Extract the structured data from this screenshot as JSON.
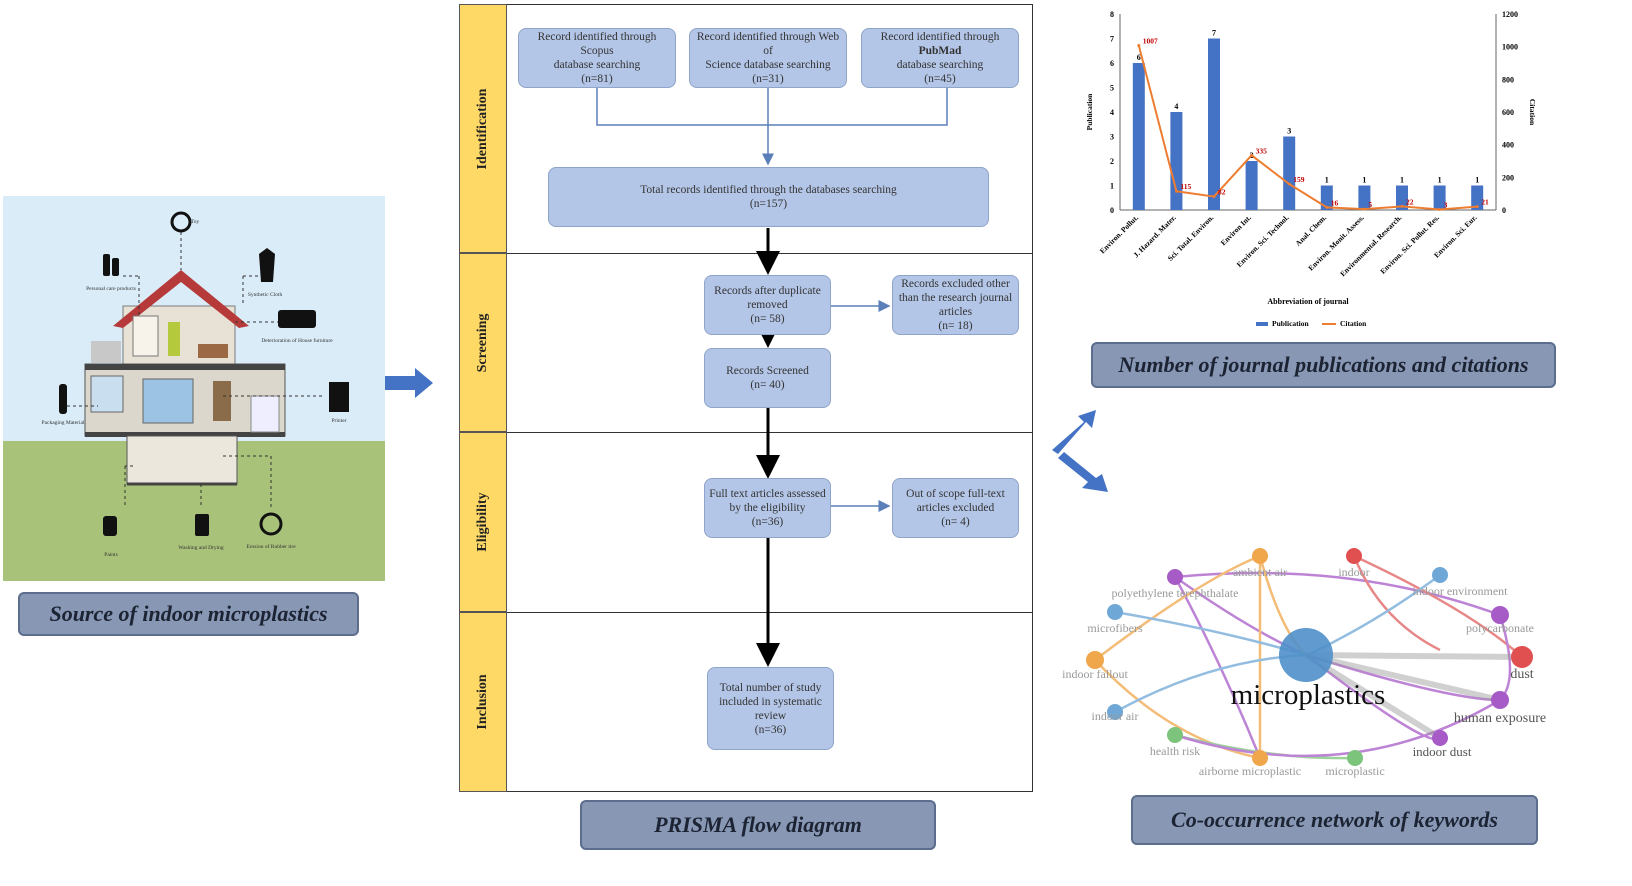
{
  "left_panel": {
    "caption": "Source of indoor microplastics",
    "labels": {
      "toy": "Toy",
      "personal_care": "Personal care products",
      "synthetic_cloth": "Synthetic Cloth",
      "furniture": "Deterioration of House furniture",
      "packaging": "Packaging Material",
      "printer": "Printer",
      "paints": "Paints",
      "washing": "Washing and Drying",
      "tire": "Erosion of Rubber tire"
    }
  },
  "prisma": {
    "caption": "PRISMA flow diagram",
    "stages": [
      "Identification",
      "Screening",
      "Eligibility",
      "Inclusion"
    ],
    "boxes": {
      "scopus": [
        "Record identified through Scopus",
        "database searching",
        "(n=81)"
      ],
      "wos": [
        "Record identified through Web of",
        "Science database searching",
        "(n=31)"
      ],
      "pubmed": [
        "Record identified through",
        "PubMad",
        "database searching",
        "(n=45)"
      ],
      "total": [
        "Total records identified through the databases searching",
        "(n=157)"
      ],
      "dup": [
        "Records after duplicate",
        "removed",
        "(n= 58)"
      ],
      "excluded": [
        "Records excluded other",
        "than the research journal",
        "articles",
        "(n= 18)"
      ],
      "screened": [
        "Records Screened",
        "(n= 40)"
      ],
      "fulltext": [
        "Full text articles assessed",
        "by the eligibility",
        "(n=36)"
      ],
      "outscope": [
        "Out of scope full-text",
        "articles excluded",
        "(n= 4)"
      ],
      "included": [
        "Total number of study",
        "included in systematic",
        "review",
        "(n=36)"
      ]
    }
  },
  "chart_panel": {
    "caption": "Number of journal publications and citations"
  },
  "chart_data": {
    "type": "bar",
    "categories": [
      "Environ. Pollut.",
      "J. Hazard. Mater.",
      "Sci. Total. Environ.",
      "Environ Int.",
      "Environ. Sci. Technol.",
      "Anal. Chem.",
      "Environ. Monit. Assess.",
      "Environmental. Research.",
      "Environ. Sci. Pollut. Res.",
      "Environ. Sci. Eur."
    ],
    "series": [
      {
        "name": "Publication",
        "type": "bar",
        "axis": "left",
        "color": "#4472c4",
        "values": [
          6,
          4,
          7,
          2,
          3,
          1,
          1,
          1,
          1,
          1
        ]
      },
      {
        "name": "Citation",
        "type": "line",
        "axis": "right",
        "color": "#ed7d31",
        "values": [
          1007,
          115,
          82,
          335,
          159,
          16,
          5,
          22,
          3,
          21
        ]
      }
    ],
    "xlabel": "Abbreviation of journal",
    "ylabel": "Publication",
    "y2label": "Citation",
    "ylim": [
      0,
      8
    ],
    "y2lim": [
      0,
      1200
    ],
    "yticks": [
      "0",
      "1",
      "2",
      "3",
      "4",
      "5",
      "6",
      "7",
      "8"
    ],
    "y2ticks": [
      "0",
      "200",
      "400",
      "600",
      "800",
      "1000",
      "1200"
    ],
    "legend": "bottom"
  },
  "network_panel": {
    "caption": "Co-occurrence network of keywords",
    "central": "microplastics",
    "nodes": [
      "ambient air",
      "indoor",
      "polyethylene terephthalate",
      "indoor environment",
      "microfibers",
      "polycarbonate",
      "indoor fallout",
      "dust",
      "indoor air",
      "human exposure",
      "health risk",
      "indoor dust",
      "airborne microplastic",
      "microplastic"
    ]
  },
  "colors": {
    "arrow": "#4472c4",
    "stage": "#ffd966",
    "box": "#b4c6e7",
    "caption": "#8797b4"
  }
}
